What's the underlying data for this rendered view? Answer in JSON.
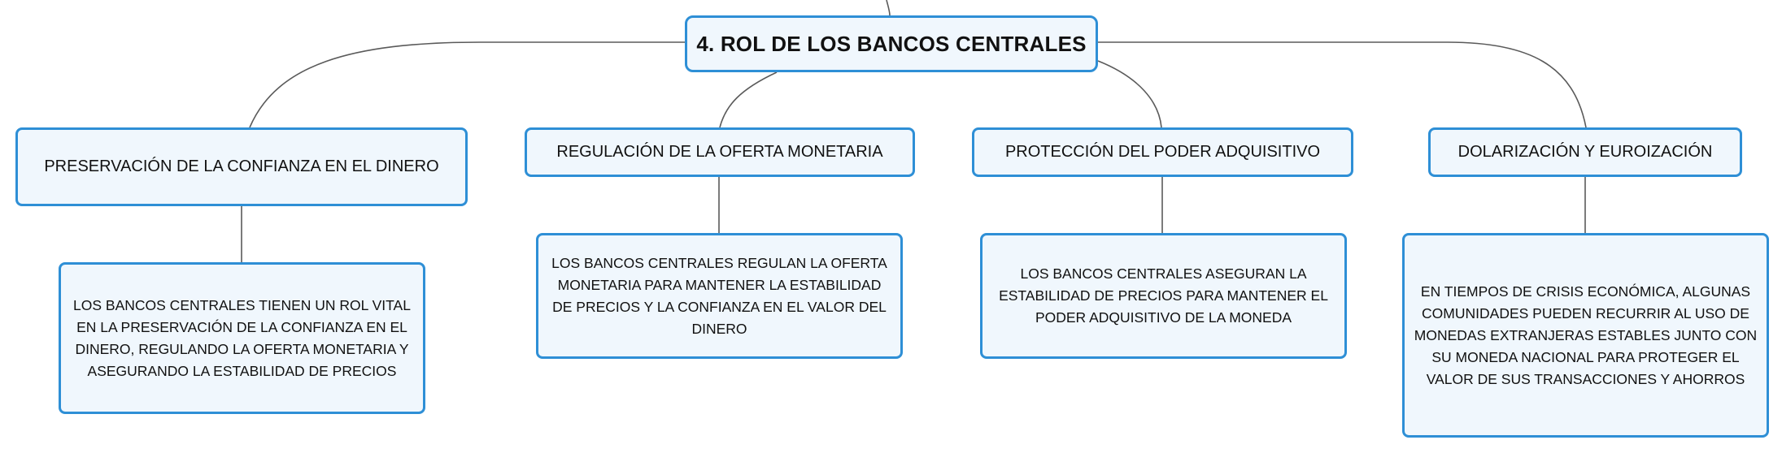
{
  "root": {
    "label": "4. ROL DE LOS BANCOS CENTRALES"
  },
  "branches": [
    {
      "topic": "PRESERVACIÓN DE LA CONFIANZA EN EL DINERO",
      "description": "LOS BANCOS CENTRALES TIENEN UN ROL VITAL EN LA PRESERVACIÓN DE LA CONFIANZA EN EL DINERO, REGULANDO LA OFERTA MONETARIA Y ASEGURANDO LA ESTABILIDAD DE PRECIOS"
    },
    {
      "topic": "REGULACIÓN DE LA OFERTA MONETARIA",
      "description": "LOS BANCOS CENTRALES REGULAN LA OFERTA MONETARIA PARA MANTENER LA ESTABILIDAD DE PRECIOS Y LA CONFIANZA EN EL VALOR DEL DINERO"
    },
    {
      "topic": "PROTECCIÓN DEL PODER ADQUISITIVO",
      "description": "LOS BANCOS CENTRALES ASEGURAN LA ESTABILIDAD DE PRECIOS PARA MANTENER EL PODER ADQUISITIVO DE LA MONEDA"
    },
    {
      "topic": "DOLARIZACIÓN Y EUROIZACIÓN",
      "description": "EN TIEMPOS DE CRISIS ECONÓMICA, ALGUNAS COMUNIDADES PUEDEN RECURRIR AL USO DE MONEDAS EXTRANJERAS ESTABLES JUNTO CON SU MONEDA NACIONAL PARA PROTEGER EL VALOR DE SUS TRANSACCIONES Y AHORROS"
    }
  ],
  "colors": {
    "node_border": "#2e8fd6",
    "node_fill": "#f0f7fd",
    "connector": "#555555",
    "text": "#111111"
  }
}
